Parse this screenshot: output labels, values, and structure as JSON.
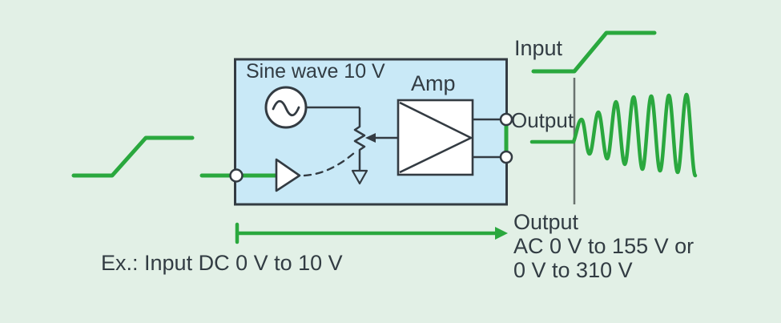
{
  "diagram": {
    "type": "amplifier-signal-flow",
    "colors": {
      "background": "#e2f0e6",
      "box_fill": "#c9e9f7",
      "stroke": "#333b42",
      "signal_green": "#2aa83e",
      "timeline_gray": "#6a736f",
      "text": "#323c43"
    },
    "labels": {
      "sine_wave": "Sine wave 10 V",
      "amp": "Amp",
      "input": "Input",
      "output_waveform": "Output",
      "example_input": "Ex.: Input DC 0 V to 10 V",
      "output_title": "Output",
      "output_line1": "AC 0 V to 155 V or",
      "output_line2": "0 V to 310 V"
    },
    "icons": [
      "sine-source-icon",
      "potentiometer-icon",
      "ground-arrow-icon",
      "buffer-amp-icon",
      "amp-icon",
      "terminal-node-icon",
      "input-ramp-waveform",
      "output-sine-waveform",
      "range-arrow"
    ]
  }
}
